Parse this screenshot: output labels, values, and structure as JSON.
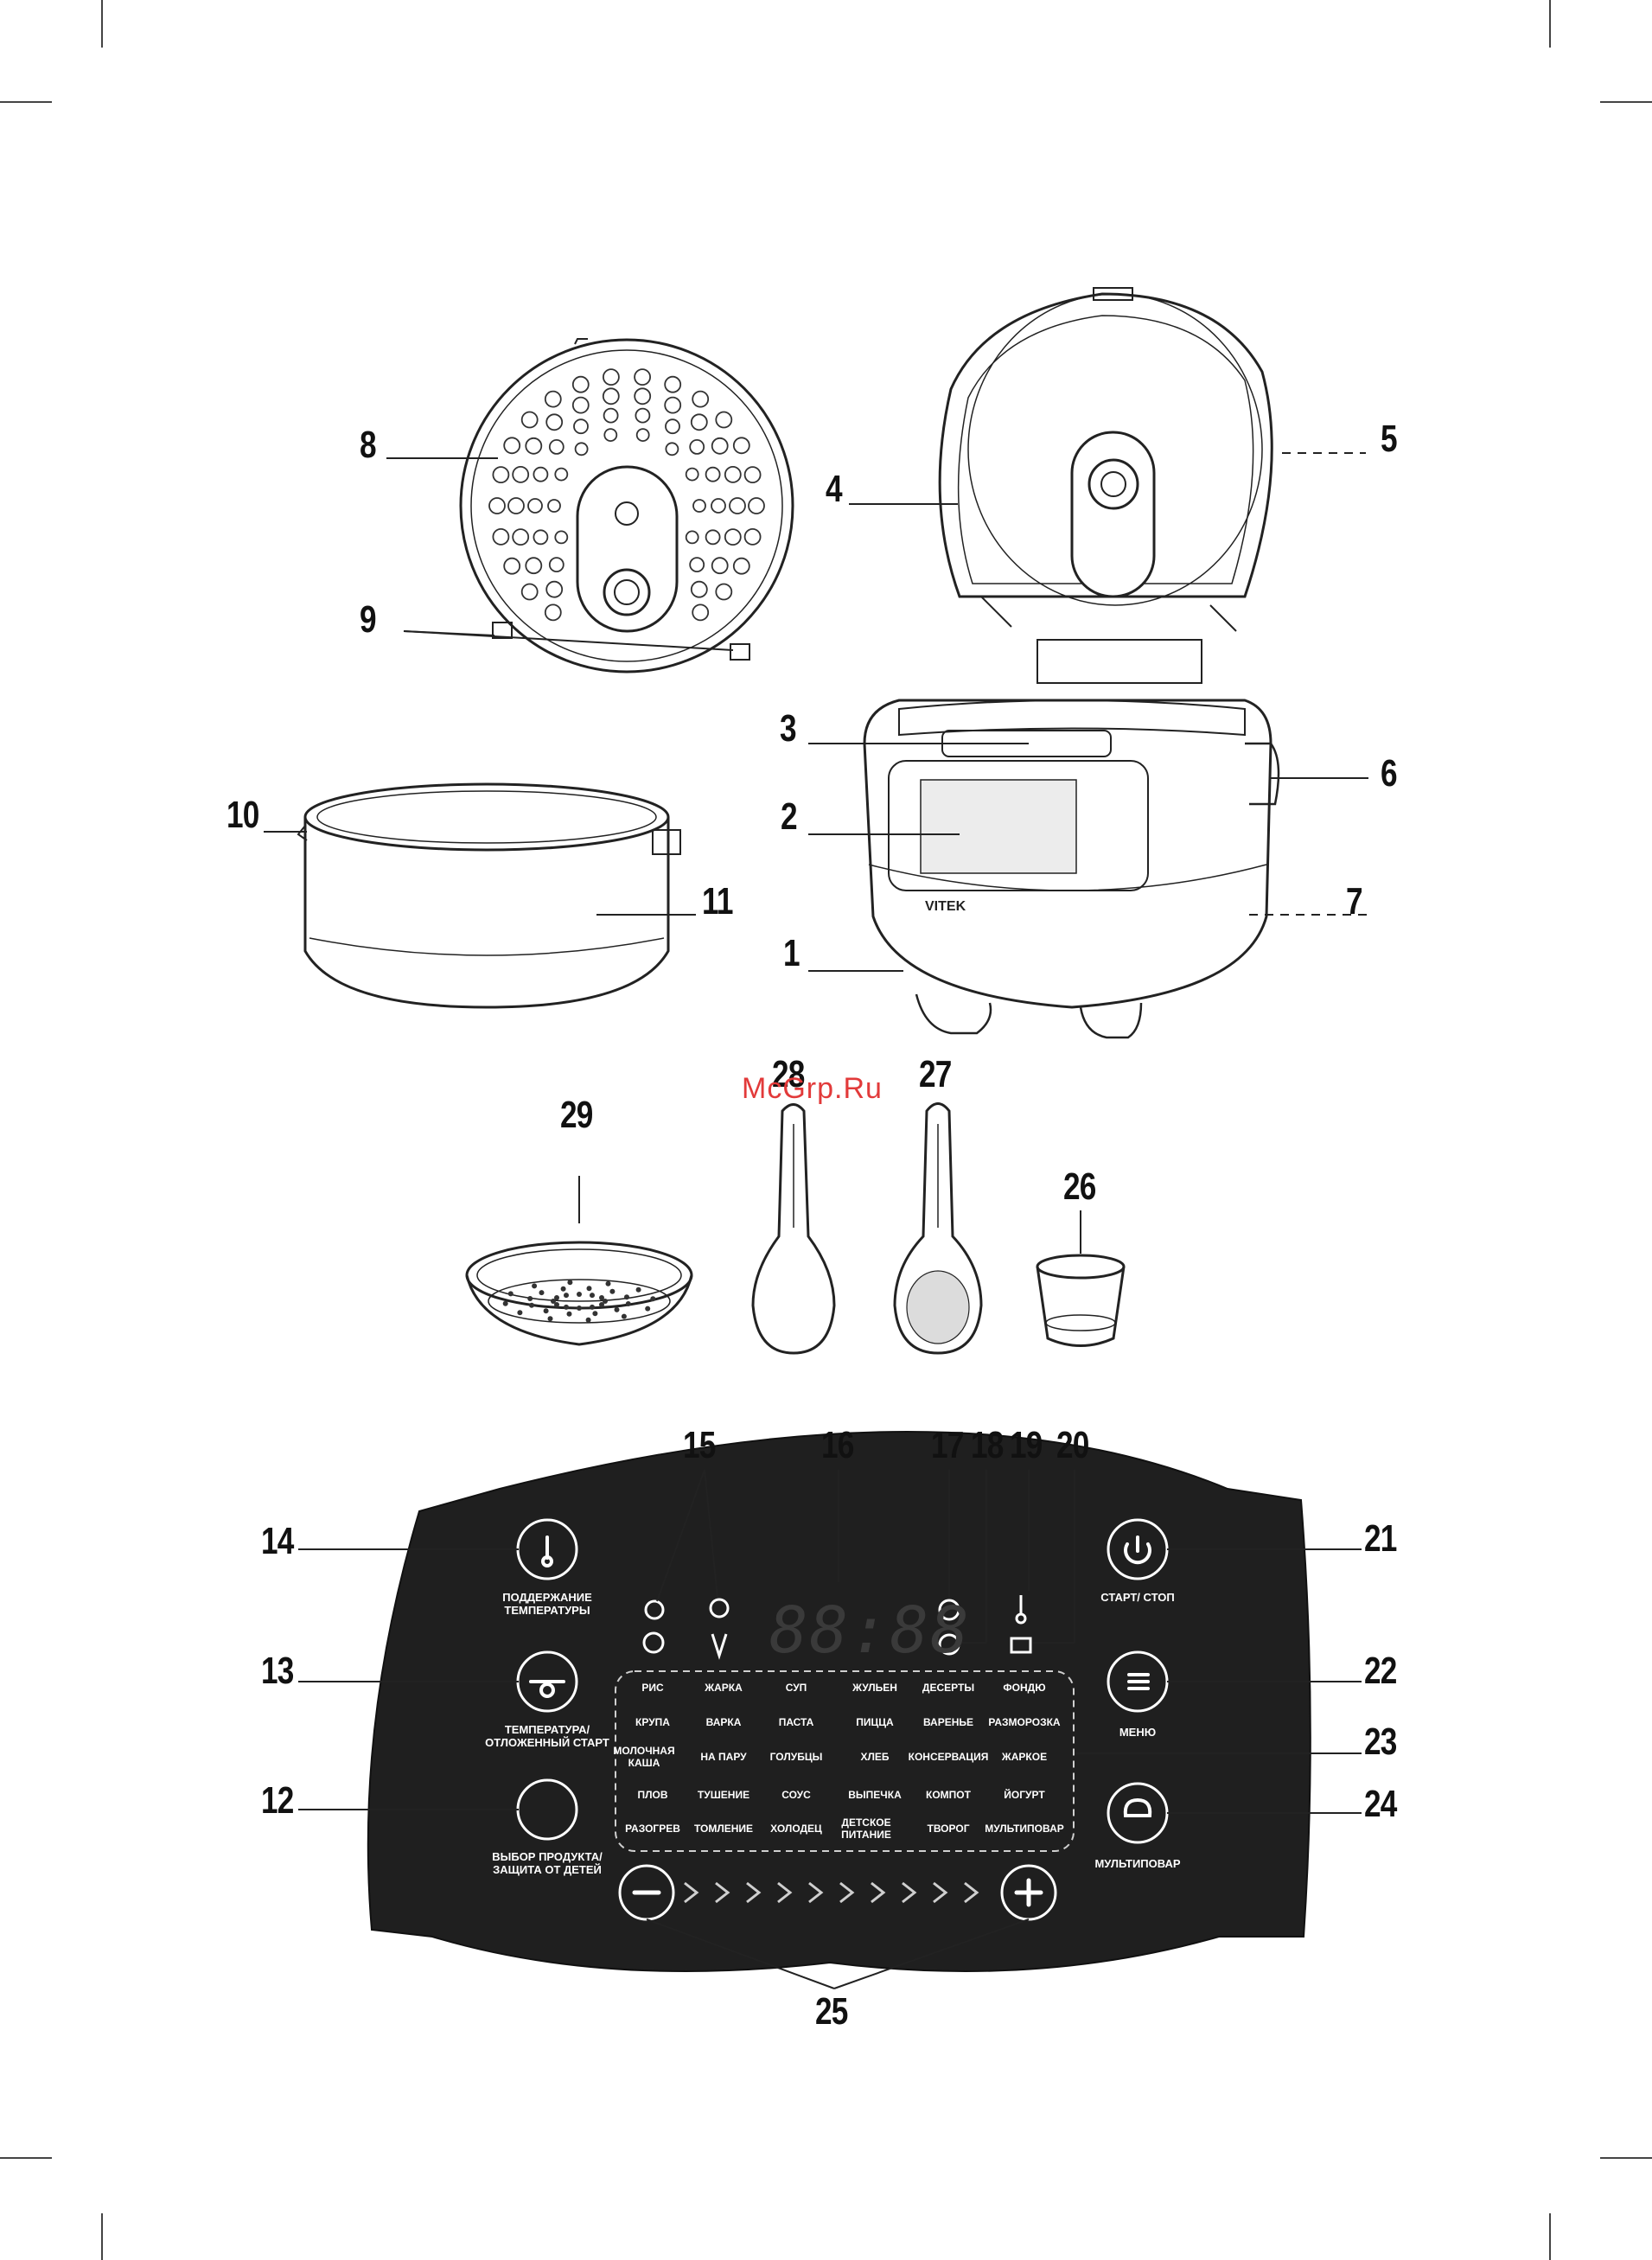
{
  "watermark": "McGrp.Ru",
  "callouts": {
    "c1": "1",
    "c2": "2",
    "c3": "3",
    "c4": "4",
    "c5": "5",
    "c6": "6",
    "c7": "7",
    "c8": "8",
    "c9": "9",
    "c10": "10",
    "c11": "11",
    "c12": "12",
    "c13": "13",
    "c14": "14",
    "c15": "15",
    "c16": "16",
    "c17": "17",
    "c18": "18",
    "c19": "19",
    "c20": "20",
    "c21": "21",
    "c22": "22",
    "c23": "23",
    "c24": "24",
    "c25": "25",
    "c26": "26",
    "c27": "27",
    "c28": "28",
    "c29": "29"
  },
  "appliance": {
    "brand": "VITEK"
  },
  "panel": {
    "display": "88:88",
    "left_buttons": {
      "keep_warm": "ПОДДЕРЖАНИЕ ТЕМПЕРАТУРЫ",
      "temp_delay": "ТЕМПЕРАТУРА/ ОТЛОЖЕННЫЙ СТАРТ",
      "product_lock": "ВЫБОР ПРОДУКТА/ ЗАЩИТА ОТ ДЕТЕЙ"
    },
    "right_buttons": {
      "start_stop": "СТАРТ/ СТОП",
      "menu": "МЕНЮ",
      "multicook": "МУЛЬТИПОВАР"
    },
    "programs": [
      [
        "РИС",
        "ЖАРКА",
        "СУП",
        "ЖУЛЬЕН",
        "ДЕСЕРТЫ",
        "ФОНДЮ"
      ],
      [
        "КРУПА",
        "ВАРКА",
        "ПАСТА",
        "ПИЦЦА",
        "ВАРЕНЬЕ",
        "РАЗМОРОЗКА"
      ],
      [
        "МОЛОЧНАЯ КАША",
        "НА ПАРУ",
        "ГОЛУБЦЫ",
        "ХЛЕБ",
        "КОНСЕРВАЦИЯ",
        "ЖАРКОЕ"
      ],
      [
        "ПЛОВ",
        "ТУШЕНИЕ",
        "СОУС",
        "ВЫПЕЧКА",
        "КОМПОТ",
        "ЙОГУРТ"
      ],
      [
        "РАЗОГРЕВ",
        "ТОМЛЕНИЕ",
        "ХОЛОДЕЦ",
        "ДЕТСКОЕ ПИТАНИЕ",
        "ТВОРОГ",
        "МУЛЬТИПОВАР"
      ]
    ]
  }
}
